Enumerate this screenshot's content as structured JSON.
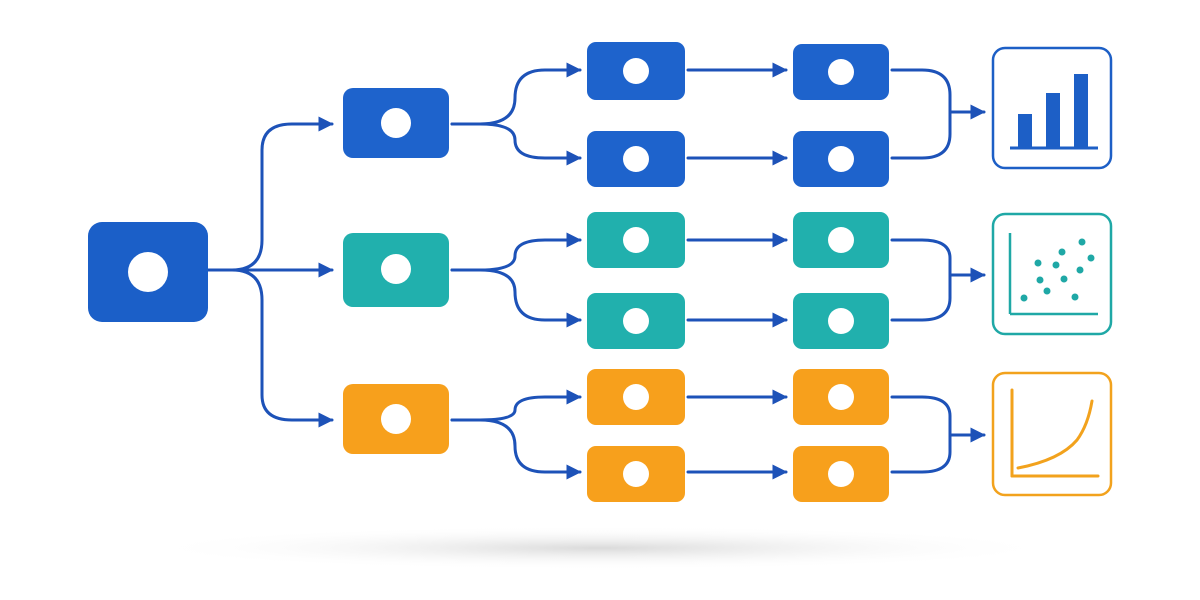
{
  "colors": {
    "root": "#1b5fc8",
    "blue": "#1e63cc",
    "teal": "#21b0ad",
    "orange": "#f7a01c",
    "connector": "#1d52b8",
    "bar_outcome": "#1d5fc6",
    "scatter_outcome": "#1fa8a6",
    "curve_outcome": "#f2a21d",
    "dot": "#ffffff",
    "shadow": "#d9d9d9"
  },
  "icons": {
    "node": "circle-icon",
    "outcome_1": "bar-chart-icon",
    "outcome_2": "scatter-plot-icon",
    "outcome_3": "growth-curve-icon"
  },
  "diagram": {
    "type": "flow-tree",
    "root": {
      "color": "root"
    },
    "branches": [
      {
        "color": "blue",
        "paths": 2,
        "outcome": "bar-chart"
      },
      {
        "color": "teal",
        "paths": 2,
        "outcome": "scatter-plot"
      },
      {
        "color": "orange",
        "paths": 2,
        "outcome": "growth-curve"
      }
    ]
  }
}
